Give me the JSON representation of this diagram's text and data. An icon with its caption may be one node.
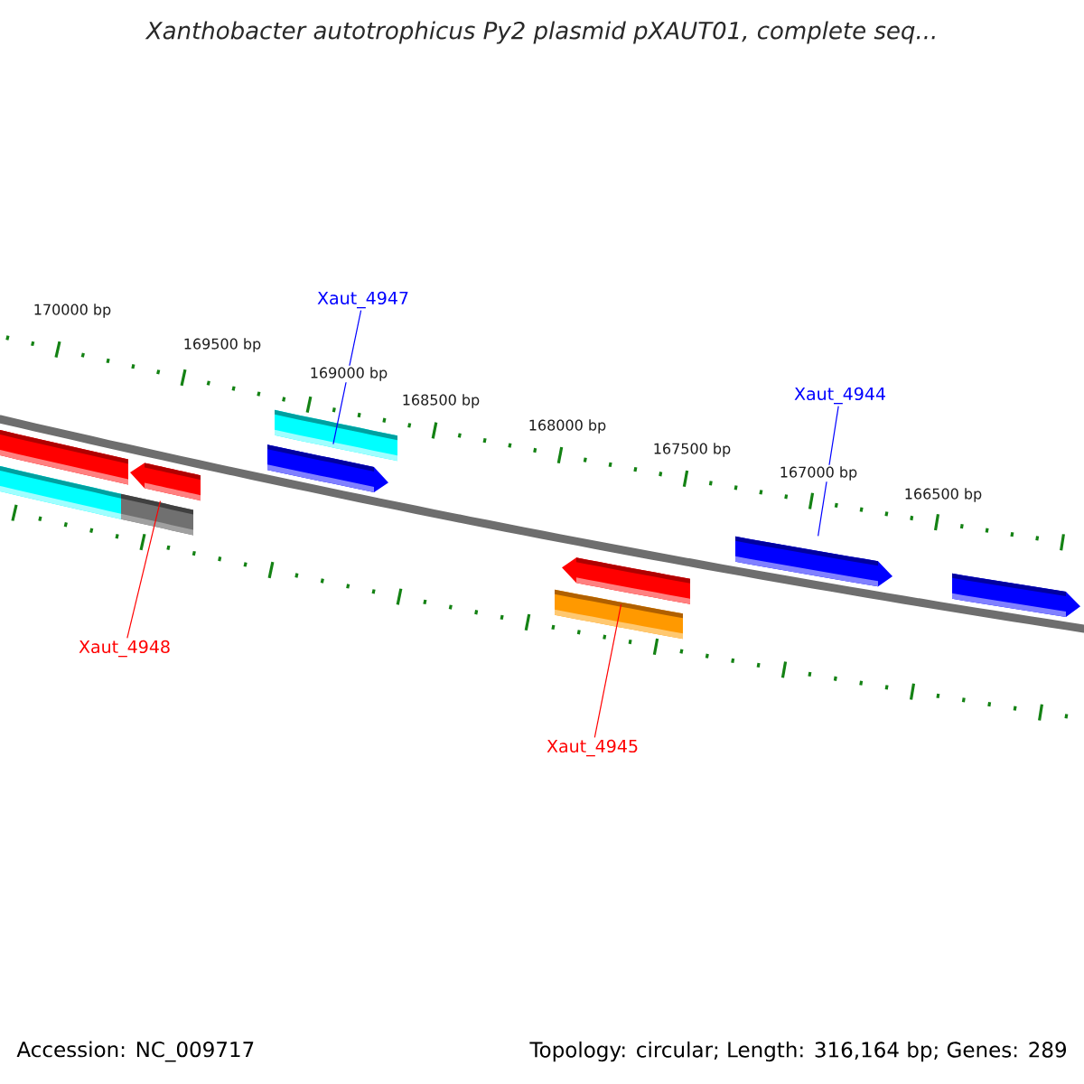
{
  "diagram": {
    "title": "Xanthobacter autotrophicus Py2 plasmid pXAUT01, complete seq...",
    "nodes": [
      {
        "text": [
          "Xaut_4947"
        ]
      },
      {
        "text": [
          "Xaut_4944"
        ]
      },
      {
        "text": [
          "Xaut_4948"
        ]
      },
      {
        "text": [
          "Xaut_4945"
        ]
      },
      {
        "text": [],
        "shape": "bar"
      },
      {
        "text": [],
        "shape": "bar"
      },
      {
        "text": [],
        "shape": "bar"
      },
      {
        "text": [],
        "shape": "bar"
      },
      {
        "text": [],
        "shape": "bar"
      },
      {
        "text": [],
        "shape": "bar"
      },
      {
        "text": [],
        "shape": "bar"
      },
      {
        "text": [],
        "shape": "bar"
      },
      {
        "text": [],
        "shape": "bar"
      },
      {
        "text": [],
        "shape": "bar"
      }
    ],
    "edges": [
      {
        "from": 0,
        "to": 9,
        "arrow": "none",
        "color": "#0000ff"
      },
      {
        "from": 1,
        "to": 12,
        "arrow": "none",
        "color": "#0000ff"
      },
      {
        "from": 2,
        "to": 6,
        "arrow": "none",
        "color": "#ff0000"
      },
      {
        "from": 3,
        "to": 10,
        "arrow": "none",
        "color": "#ff0000"
      }
    ],
    "labels": [
      "170000 bp",
      "169500 bp",
      "169000 bp",
      "168500 bp",
      "168000 bp",
      "167500 bp",
      "167000 bp",
      "166500 bp",
      "Accession: NC_009717",
      "Topology: circular; Length: 316,164 bp; Genes: 289"
    ]
  }
}
